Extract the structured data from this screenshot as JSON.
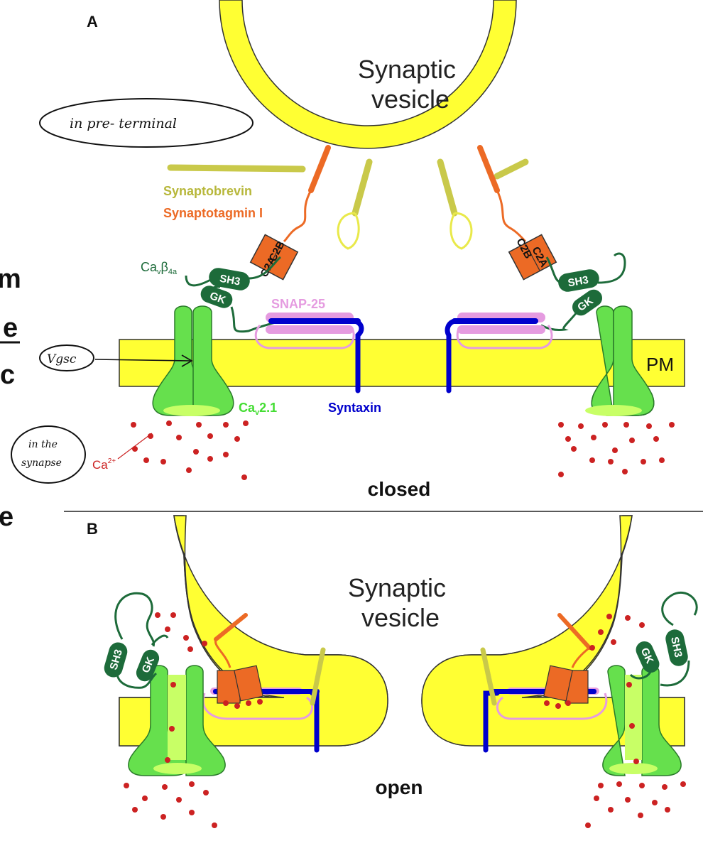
{
  "panel_a": {
    "letter": "A",
    "vesicle_label": [
      "Synaptic",
      "vesicle"
    ],
    "synaptobrevin": "Synaptobrevin",
    "synaptotagmin": "Synaptotagmin I",
    "c2b": "C2B",
    "c2a": "C2A",
    "cav_beta_main": "Ca",
    "cav_beta_sub1": "v",
    "cav_beta_greek": "β",
    "cav_beta_sub2": "4a",
    "sh3": "SH3",
    "gk": "GK",
    "snap25": "SNAP-25",
    "pm": "PM",
    "cav21_main": "Ca",
    "cav21_sub": "v",
    "cav21_rest": "2.1",
    "syntaxin": "Syntaxin",
    "ca_main": "Ca",
    "ca_sup": "2+",
    "state": "closed"
  },
  "panel_b": {
    "letter": "B",
    "vesicle_label": [
      "Synaptic",
      "vesicle"
    ],
    "sh3": "SH3",
    "gk": "GK",
    "state": "open"
  },
  "annotations": {
    "pre_terminal": "in pre- terminal",
    "vgsc": "Vgsc",
    "synapse_line1": "in the",
    "synapse_line2": "synapse"
  },
  "side_fragments": [
    "m",
    "e",
    "c",
    "e"
  ],
  "colors": {
    "membrane": "#ffff33",
    "channel": "#66e04d",
    "channel_light": "#c8ff66",
    "synaptotagmin": "#ec6a25",
    "synaptobrevin": "#c9c94a",
    "syntaxin": "#0000cc",
    "snap25": "#e59be0",
    "beta_subunit": "#1d6b3a",
    "calcium": "#cc2222"
  }
}
